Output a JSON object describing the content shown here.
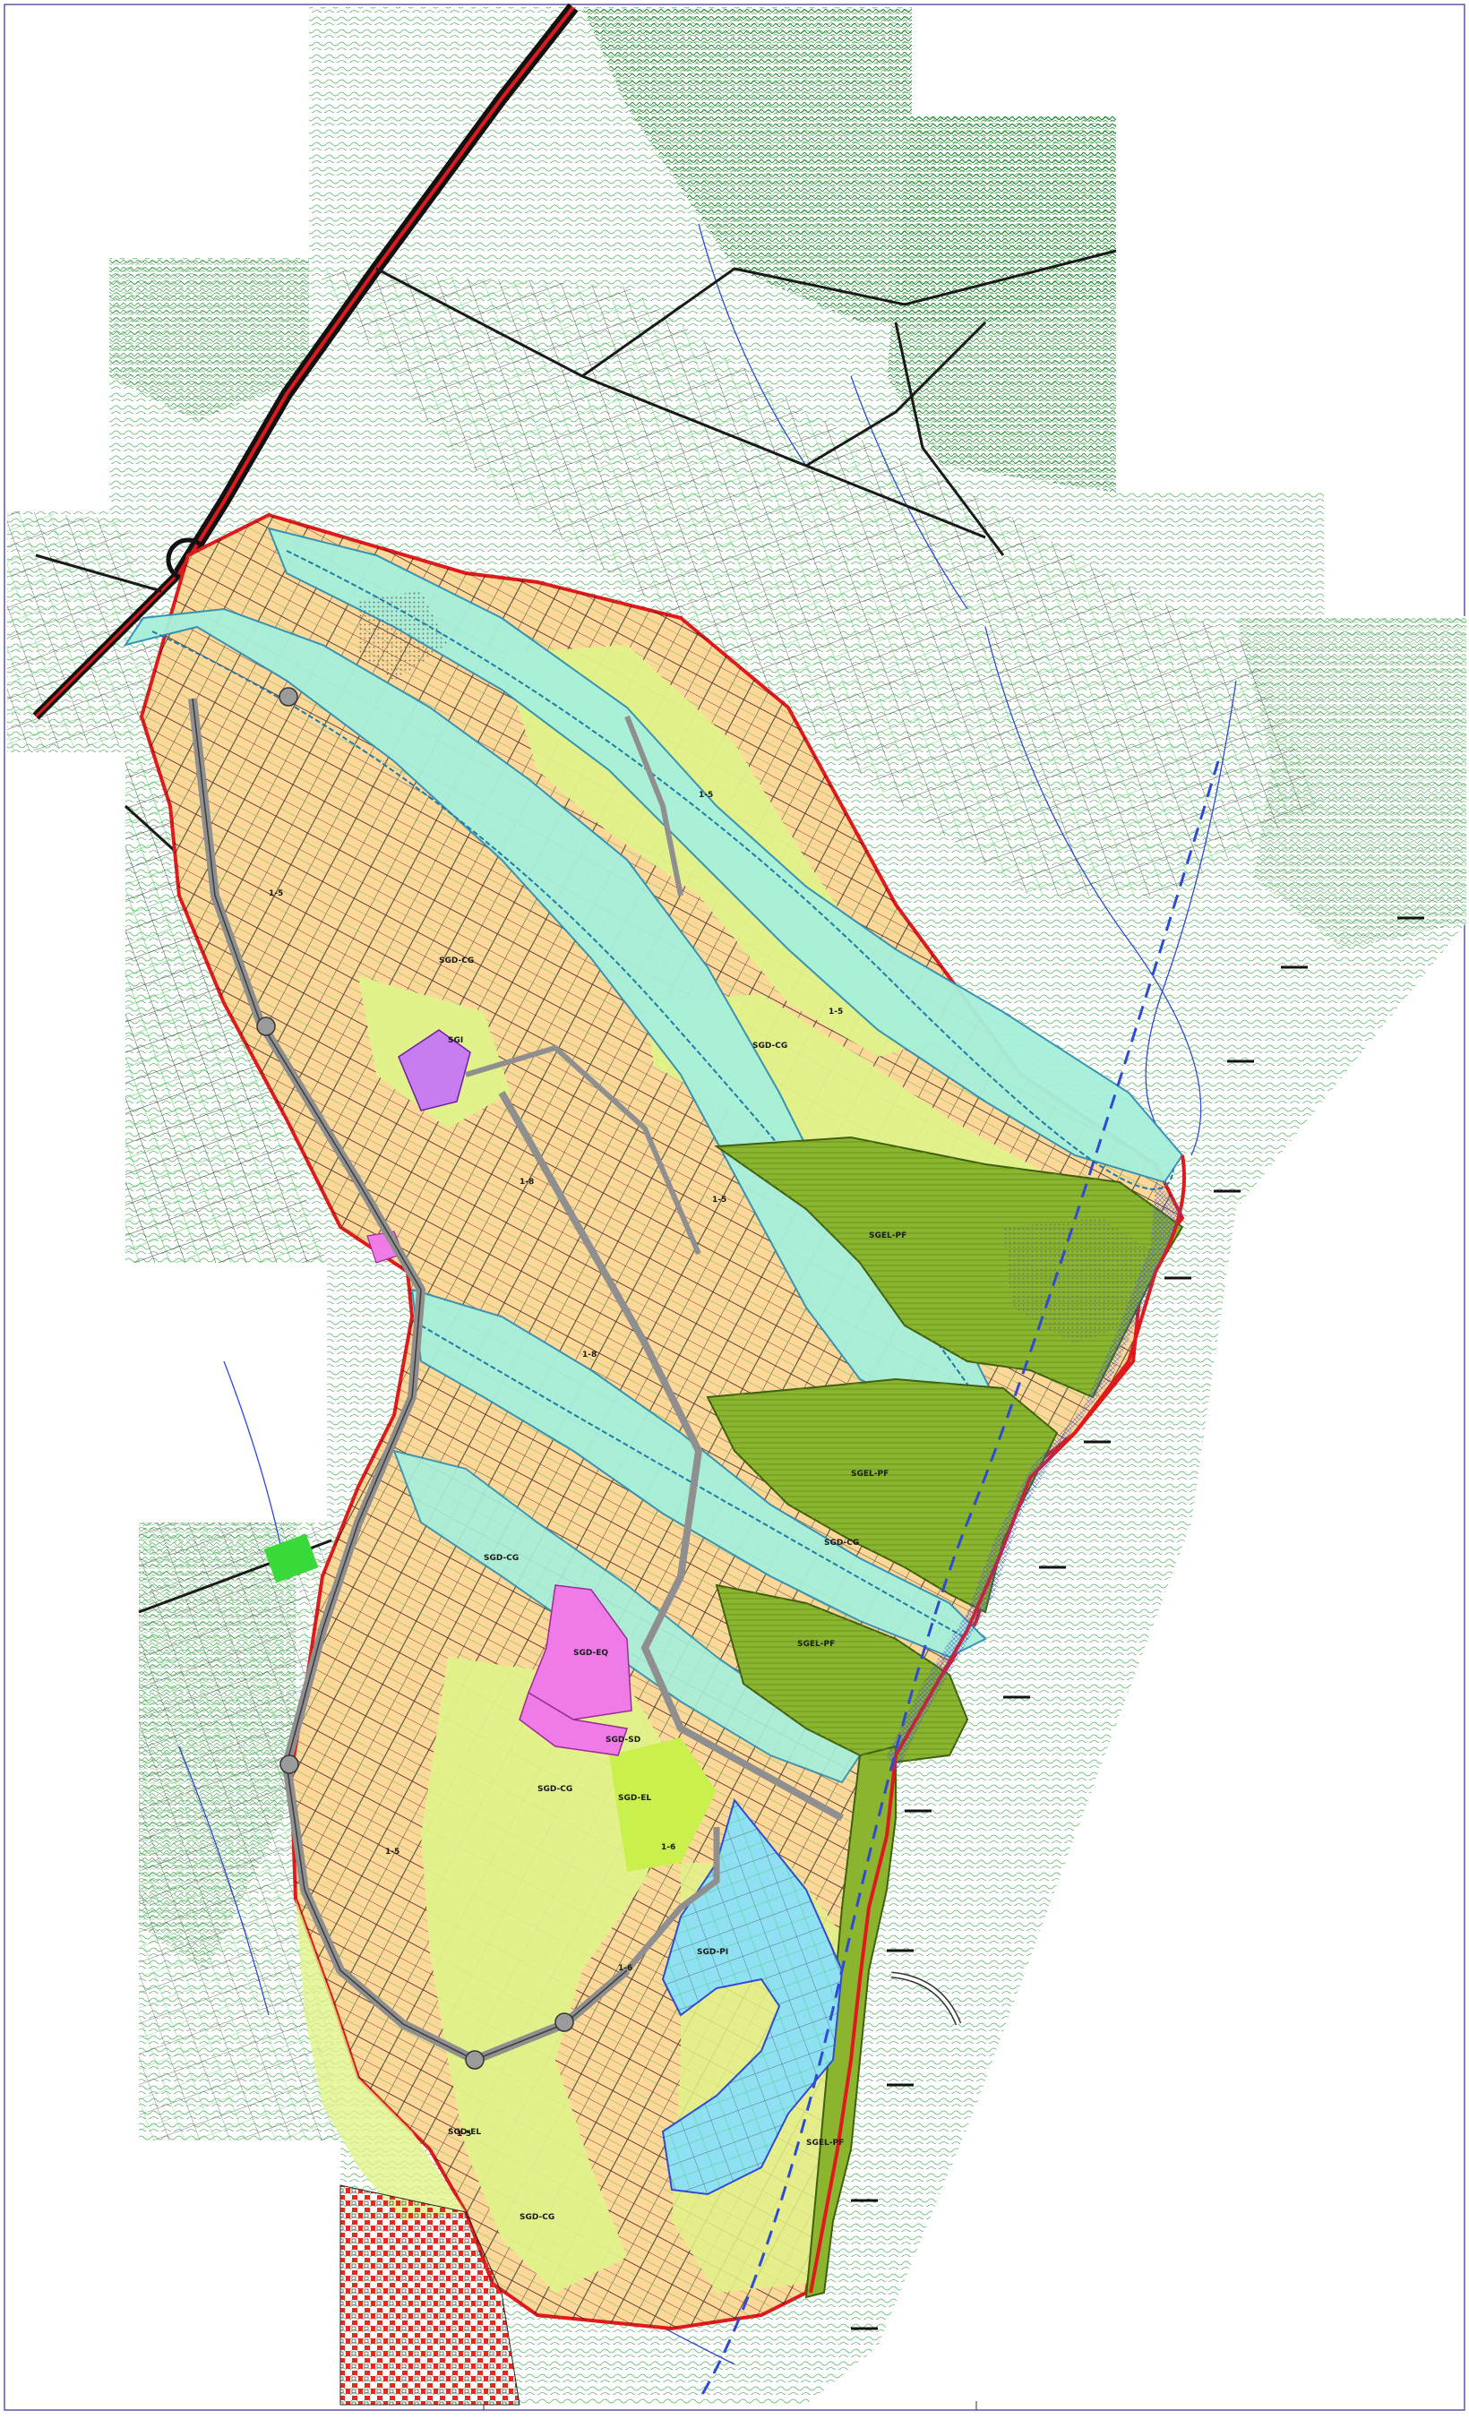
{
  "map": {
    "labels": {
      "sgd_cg_1": "SGD-CG",
      "sgd_cg_2": "SGD-CG",
      "sgd_cg_3": "SGD-CG",
      "sgd_cg_4": "SGD-CG",
      "sgd_cg_5": "SGD-CG",
      "sgd_cg_6": "SGD-CG",
      "sgel_pf_1": "SGEL-PF",
      "sgel_pf_2": "SGEL-PF",
      "sgel_pf_3": "SGEL-PF",
      "sgel_pf_4": "SGEL-PF",
      "sgd_el": "SGD-EL",
      "sgd_el_2": "SGD-EL",
      "sgd_pi": "SGD-PI",
      "sgd_sd": "SGD-SD",
      "sgi": "SGI",
      "sgd_eq": "SGD-EQ",
      "i5_1": "1-5",
      "i5_2": "1-5",
      "i5_3": "1-5",
      "i5_4": "1-5",
      "i5_5": "1-5",
      "i5_6": "1-5",
      "i6_1": "1-6",
      "i6_2": "1-6",
      "i8_1": "1-8",
      "i8_2": "1-8"
    },
    "colors": {
      "residential": "#ffd899",
      "mixed": "#e2f28a",
      "river": "#a6f0dc",
      "forest": "#8bb52e",
      "port": "#8fe0f2",
      "industry_pink": "#ee7be8",
      "industry_violet": "#c77cf0",
      "boundary": "#e0191d",
      "contour": "#2fb54a",
      "hill": "#3f9a3f",
      "road": "#8f8f8f",
      "water": "#2f4ad6",
      "urban": "#e5291e"
    }
  }
}
